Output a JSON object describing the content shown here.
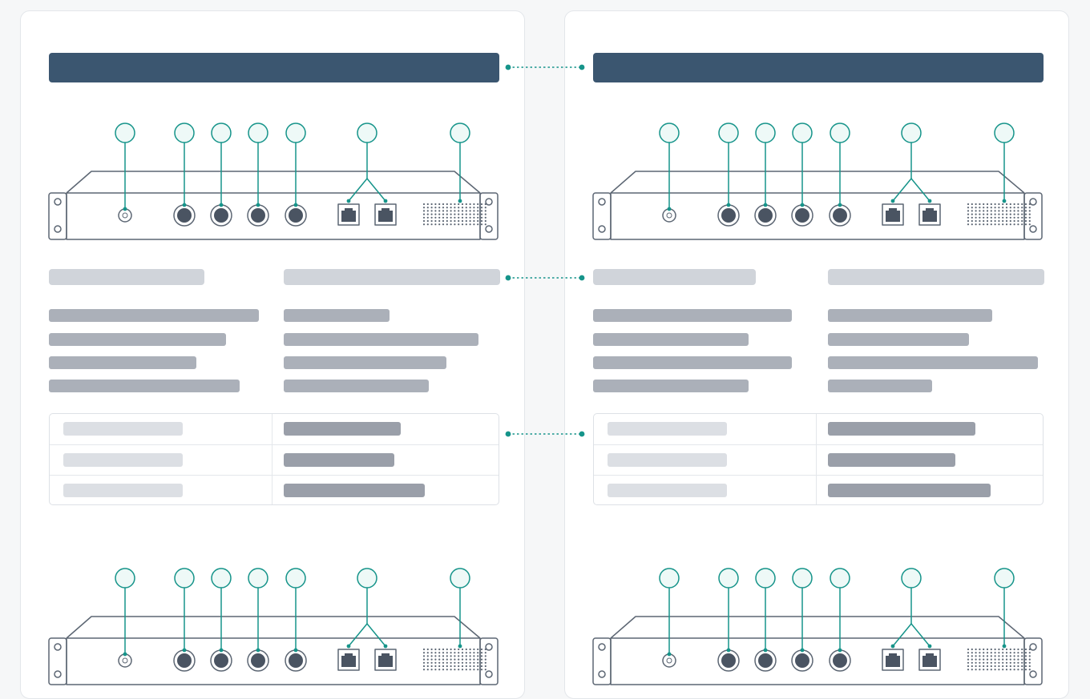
{
  "colors": {
    "page_background": "#f6f7f8",
    "panel_background": "#ffffff",
    "title_bar": "#3b5670",
    "callout_teal": "#16948a",
    "callout_fill": "#eef9f7",
    "device_outline": "#5c6673",
    "port_dark": "#4a5462",
    "skeleton_heading": "#d0d4da",
    "skeleton_text": "#abb0b9",
    "table_key": "#dcdfe4",
    "table_value": "#9a9fa9"
  },
  "icons": {
    "power_button": "power-button-icon",
    "audio_jack": "audio-jack-icon",
    "ethernet_port": "ethernet-port-icon",
    "vent_grille": "vent-grille-icon",
    "rack_ear": "rack-mount-ear-icon",
    "callout": "callout-marker-icon"
  },
  "panels": [
    {
      "id": "left",
      "spec_columns": [
        {
          "heading_fill": 0.72,
          "line_fills": [
            0.97,
            0.82,
            0.68,
            0.88
          ]
        },
        {
          "heading_fill": 1.0,
          "line_fills": [
            0.49,
            0.9,
            0.75,
            0.67
          ]
        }
      ],
      "table_rows": [
        {
          "key_fill": 0.55,
          "value_fill": 0.54
        },
        {
          "key_fill": 0.55,
          "value_fill": 0.51
        },
        {
          "key_fill": 0.55,
          "value_fill": 0.65
        }
      ]
    },
    {
      "id": "right",
      "spec_columns": [
        {
          "heading_fill": 0.75,
          "line_fills": [
            0.92,
            0.72,
            0.92,
            0.72
          ]
        },
        {
          "heading_fill": 1.0,
          "line_fills": [
            0.76,
            0.65,
            0.97,
            0.48
          ]
        }
      ],
      "table_rows": [
        {
          "key_fill": 0.55,
          "value_fill": 0.68
        },
        {
          "key_fill": 0.55,
          "value_fill": 0.59
        },
        {
          "key_fill": 0.55,
          "value_fill": 0.75
        }
      ]
    }
  ],
  "device_callouts": [
    "power-button",
    "audio-jack-1",
    "audio-jack-2",
    "audio-jack-3",
    "audio-jack-4",
    "ethernet-ports",
    "vent-grille"
  ],
  "cross_links": [
    "title-bar",
    "spec-block",
    "spec-table"
  ]
}
